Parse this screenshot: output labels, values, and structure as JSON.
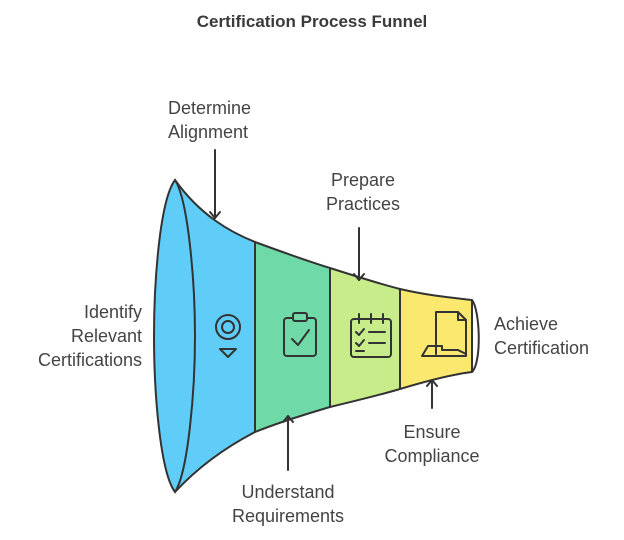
{
  "title": "Certification Process Funnel",
  "colors": {
    "stage1": "#5fcdf7",
    "stage2": "#6fd9a8",
    "stage3": "#c8ec8a",
    "stage4": "#fbe86e",
    "outline": "#333333"
  },
  "stages": [
    {
      "lines": [
        "Identify",
        "Relevant",
        "Certifications"
      ],
      "icon": "location-pin-icon"
    },
    {
      "lines": [
        "Determine",
        "Alignment"
      ],
      "icon": "clipboard-check-icon"
    },
    {
      "lines": [
        "Understand",
        "Requirements"
      ],
      "icon": "checklist-calendar-icon"
    },
    {
      "lines": [
        "Prepare",
        "Practices"
      ],
      "icon": "document-hand-icon"
    },
    {
      "lines": [
        "Ensure",
        "Compliance"
      ],
      "icon": ""
    },
    {
      "lines": [
        "Achieve",
        "Certification"
      ],
      "icon": ""
    }
  ]
}
